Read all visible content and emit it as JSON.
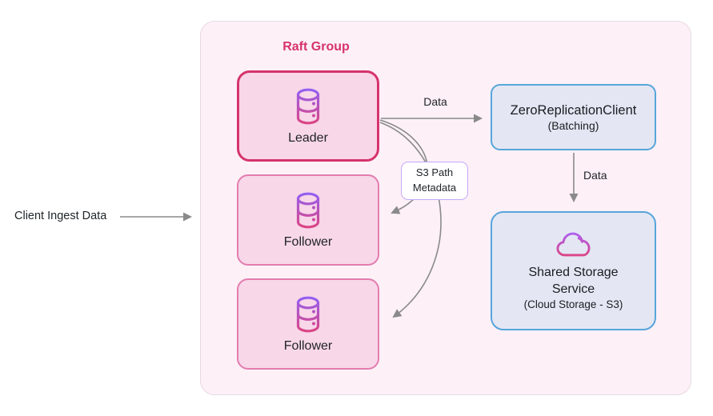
{
  "client": {
    "label": "Client Ingest Data"
  },
  "raft_group": {
    "title": "Raft Group",
    "nodes": [
      {
        "label": "Leader",
        "icon": "database-icon"
      },
      {
        "label": "Follower",
        "icon": "database-icon"
      },
      {
        "label": "Follower",
        "icon": "database-icon"
      }
    ]
  },
  "replication_client": {
    "title": "ZeroReplicationClient",
    "subtitle": "(Batching)"
  },
  "shared_storage": {
    "title": "Shared Storage Service",
    "subtitle": "(Cloud Storage - S3)",
    "icon": "cloud-icon"
  },
  "edges": {
    "leader_to_replication_client": {
      "label": "Data"
    },
    "replication_client_to_storage": {
      "label": "Data"
    },
    "leader_to_followers": {
      "label_line1": "S3 Path",
      "label_line2": "Metadata"
    }
  },
  "colors": {
    "raft_group_fill": "#fdf0f7",
    "raft_group_border": "#e8dbe3",
    "raft_title": "#d6336c",
    "leader_border": "#d6336c",
    "follower_border": "#e27dad",
    "node_fill": "#f8d7e9",
    "blue_box_fill": "#e4e7f3",
    "blue_box_border": "#57a5da",
    "s3_label_border": "#c3a9f7",
    "arrow": "#8a8a8a",
    "icon_gradient_top": "#9061f9",
    "icon_gradient_bottom": "#e0447c",
    "text": "#212529"
  }
}
